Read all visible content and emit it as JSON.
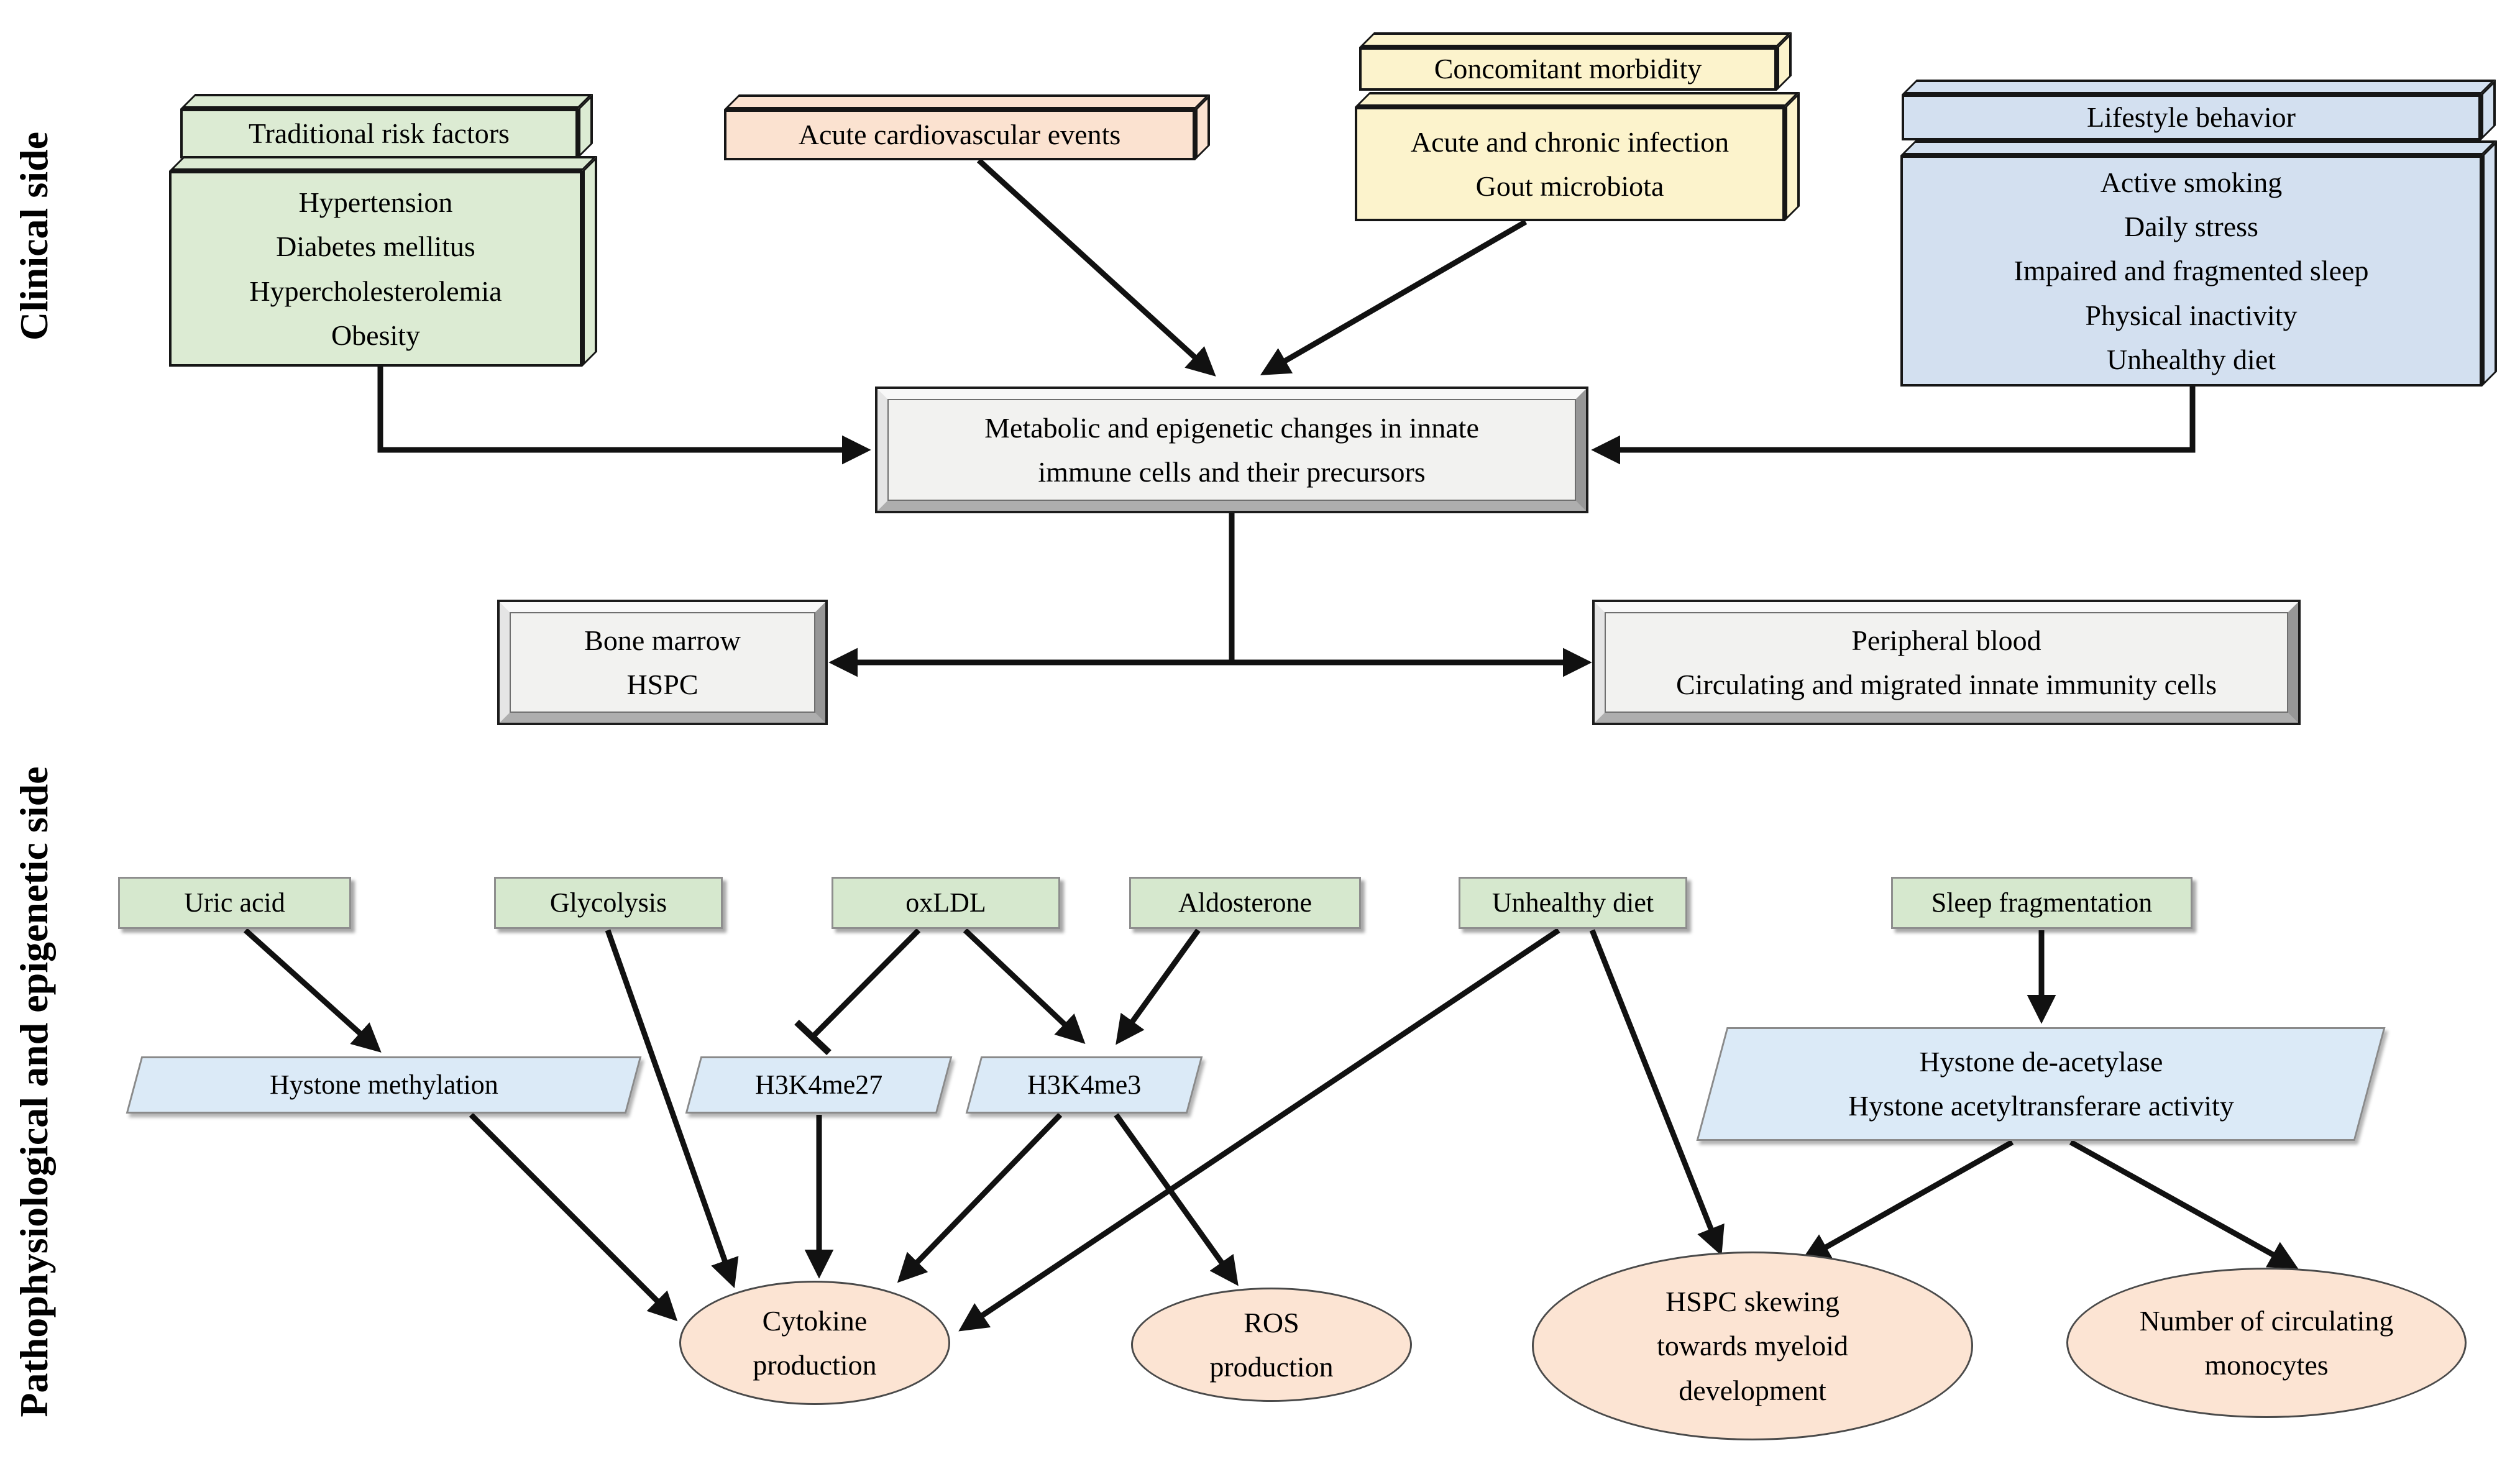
{
  "sides": {
    "clinical": "Clinical side",
    "pathophysiological": "Pathophysiological and epigenetic side"
  },
  "nodes": {
    "traditional_title": "Traditional risk factors",
    "traditional_items": "Hypertension\nDiabetes mellitus\nHypercholesterolemia\nObesity",
    "acute_cv": "Acute cardiovascular events",
    "concomitant_title": "Concomitant morbidity",
    "concomitant_items": "Acute and chronic infection\nGout microbiota",
    "lifestyle_title": "Lifestyle behavior",
    "lifestyle_items": "Active smoking\nDaily stress\nImpaired and fragmented sleep\nPhysical inactivity\nUnhealthy diet",
    "metabolic": "Metabolic and epigenetic changes in innate\nimmune cells and their precursors",
    "bone_marrow": "Bone marrow\nHSPC",
    "peripheral_blood": "Peripheral blood\nCirculating and migrated innate immunity cells",
    "uric_acid": "Uric acid",
    "glycolysis": "Glycolysis",
    "oxldl": "oxLDL",
    "aldosterone": "Aldosterone",
    "unhealthy_diet": "Unhealthy diet",
    "sleep_fragmentation": "Sleep fragmentation",
    "hystone_methylation": "Hystone methylation",
    "h3k4me27": "H3K4me27",
    "h3k4me3": "H3K4me3",
    "hystone_deacetylase": "Hystone de-acetylase\nHystone acetyltransferare activity",
    "cytokine": "Cytokine\nproduction",
    "ros": "ROS\nproduction",
    "hspc_skewing": "HSPC skewing\ntowards myeloid\ndevelopment",
    "monocytes": "Number of circulating\nmonocytes"
  },
  "edges": [
    {
      "from": "traditional_items",
      "to": "metabolic",
      "type": "arrow"
    },
    {
      "from": "acute_cv",
      "to": "metabolic",
      "type": "arrow"
    },
    {
      "from": "concomitant_items",
      "to": "metabolic",
      "type": "arrow"
    },
    {
      "from": "lifestyle_items",
      "to": "metabolic",
      "type": "arrow"
    },
    {
      "from": "metabolic",
      "to": "bone_marrow",
      "type": "arrow"
    },
    {
      "from": "metabolic",
      "to": "peripheral_blood",
      "type": "arrow"
    },
    {
      "from": "uric_acid",
      "to": "hystone_methylation",
      "type": "arrow"
    },
    {
      "from": "glycolysis",
      "to": "cytokine",
      "type": "arrow"
    },
    {
      "from": "oxldl",
      "to": "h3k4me27",
      "type": "inhibition"
    },
    {
      "from": "oxldl",
      "to": "h3k4me3",
      "type": "arrow"
    },
    {
      "from": "aldosterone",
      "to": "h3k4me3",
      "type": "arrow"
    },
    {
      "from": "unhealthy_diet",
      "to": "cytokine",
      "type": "arrow"
    },
    {
      "from": "unhealthy_diet",
      "to": "hspc_skewing",
      "type": "arrow"
    },
    {
      "from": "sleep_fragmentation",
      "to": "hystone_deacetylase",
      "type": "arrow"
    },
    {
      "from": "hystone_methylation",
      "to": "cytokine",
      "type": "arrow"
    },
    {
      "from": "h3k4me27",
      "to": "cytokine",
      "type": "arrow"
    },
    {
      "from": "h3k4me3",
      "to": "cytokine",
      "type": "arrow"
    },
    {
      "from": "h3k4me3",
      "to": "ros",
      "type": "arrow"
    },
    {
      "from": "hystone_deacetylase",
      "to": "hspc_skewing",
      "type": "arrow"
    },
    {
      "from": "hystone_deacetylase",
      "to": "monocytes",
      "type": "arrow"
    }
  ],
  "palette": {
    "green_slab": "#dcebd3",
    "salmon_slab": "#fbe2d0",
    "yellow_slab": "#fcf3cc",
    "blue_slab": "#d3e0f0",
    "green_box": "#d6e8ce",
    "parallelogram_blue": "#dbeaf7",
    "gray_face": "#f2f2f0",
    "ellipse_peach": "#fce4d3",
    "arrow_color": "#111111"
  }
}
